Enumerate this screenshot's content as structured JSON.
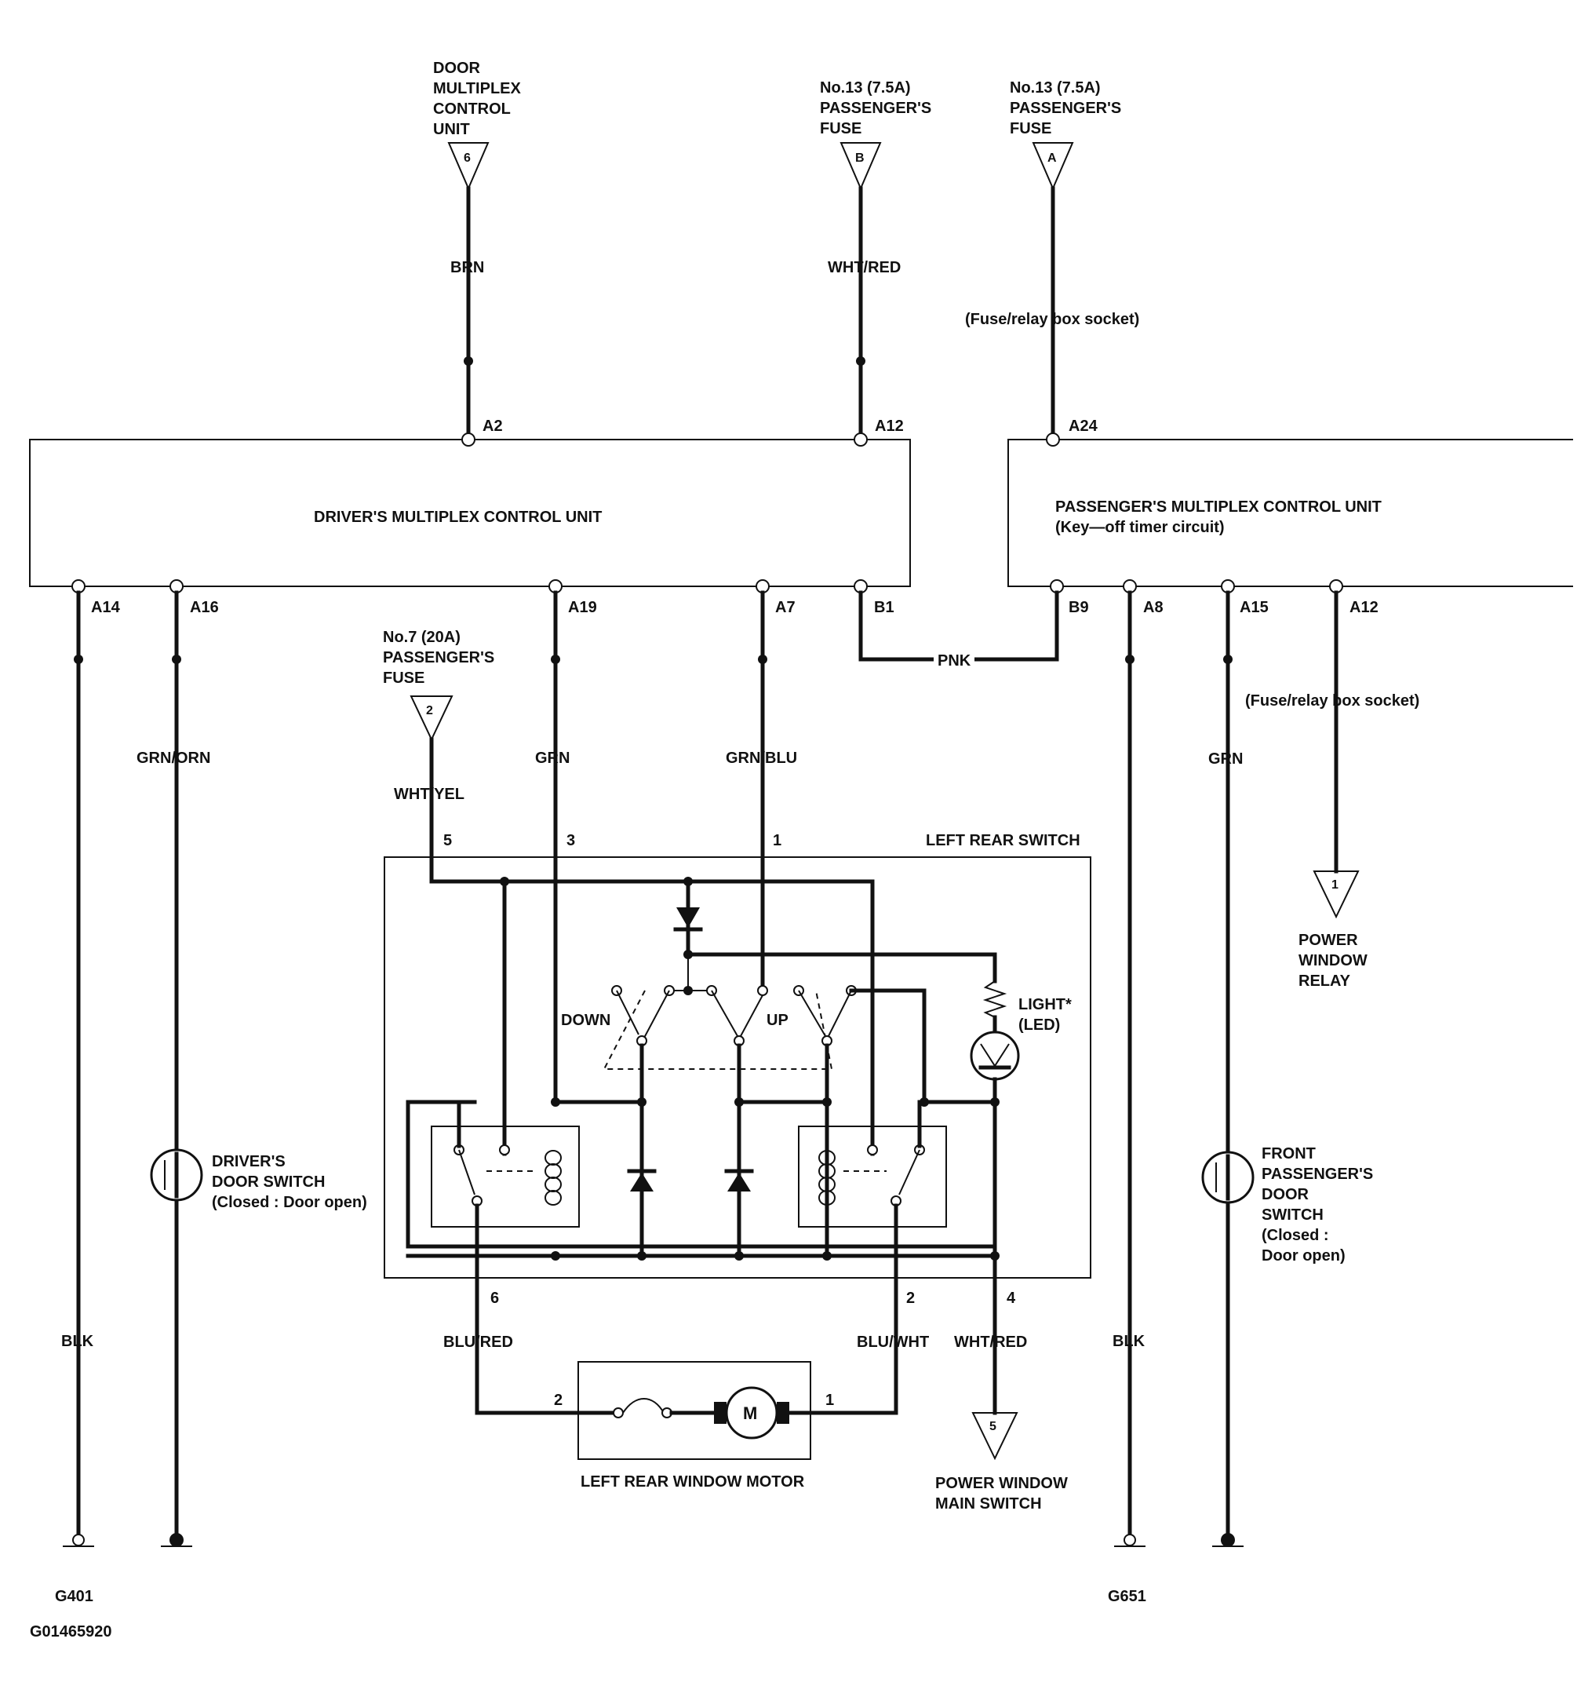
{
  "connectors": {
    "door_mux_top": "DOOR",
    "door_mux_l2": "MULTIPLEX",
    "door_mux_l3": "CONTROL",
    "door_mux_l4": "UNIT",
    "door_mux_num": "6",
    "fuse13b_l1": "No.13 (7.5A)",
    "fuse13b_l2": "PASSENGER'S",
    "fuse13b_l3": "FUSE",
    "fuse13b_letter": "B",
    "fuse13a_l1": "No.13 (7.5A)",
    "fuse13a_l2": "PASSENGER'S",
    "fuse13a_l3": "FUSE",
    "fuse13a_letter": "A",
    "fuse7_l1": "No.7 (20A)",
    "fuse7_l2": "PASSENGER'S",
    "fuse7_l3": "FUSE",
    "fuse7_num": "2",
    "relay_num": "1",
    "relay_l1": "POWER",
    "relay_l2": "WINDOW",
    "relay_l3": "RELAY",
    "main_sw_num": "5",
    "main_sw_l1": "POWER WINDOW",
    "main_sw_l2": "MAIN SWITCH"
  },
  "wires": {
    "brn": "BRN",
    "wht_red_top": "WHT/RED",
    "grn_orn": "GRN/ORN",
    "grn": "GRN",
    "grn_blu": "GRN/BLU",
    "pnk": "PNK",
    "wht_yel": "WHT/YEL",
    "grn_right": "GRN",
    "blk_left": "BLK",
    "blk_right": "BLK",
    "blu_red": "BLU/RED",
    "blu_wht": "BLU/WHT",
    "wht_red_bottom": "WHT/RED"
  },
  "notes": {
    "socket_top": "(Fuse/relay box socket)",
    "socket_right": "(Fuse/relay box socket)"
  },
  "units": {
    "driver": "DRIVER'S MULTIPLEX CONTROL UNIT",
    "passenger": "PASSENGER'S MULTIPLEX CONTROL UNIT",
    "passenger_sub": "(Key—off timer circuit)"
  },
  "terminals": {
    "a2": "A2",
    "a12_top": "A12",
    "a24": "A24",
    "a14": "A14",
    "a16": "A16",
    "a19": "A19",
    "a7": "A7",
    "b1": "B1",
    "b9": "B9",
    "a8": "A8",
    "a15": "A15",
    "a12_bottom": "A12"
  },
  "switch": {
    "title": "LEFT REAR SWITCH",
    "pin5": "5",
    "pin3": "3",
    "pin1": "1",
    "pin6": "6",
    "pin2": "2",
    "pin4": "4",
    "down": "DOWN",
    "up": "UP",
    "light": "LIGHT*",
    "led": "(LED)"
  },
  "door_switches": {
    "driver_l1": "DRIVER'S",
    "driver_l2": "DOOR SWITCH",
    "driver_l3": "(Closed : Door open)",
    "pass_l1": "FRONT",
    "pass_l2": "PASSENGER'S",
    "pass_l3": "DOOR",
    "pass_l4": "SWITCH",
    "pass_l5": "(Closed :",
    "pass_l6": "Door open)"
  },
  "motor": {
    "symbol": "M",
    "pin2": "2",
    "pin1": "1",
    "label": "LEFT REAR WINDOW MOTOR"
  },
  "grounds": {
    "g401": "G401",
    "g651": "G651"
  },
  "figure_id": "G01465920"
}
